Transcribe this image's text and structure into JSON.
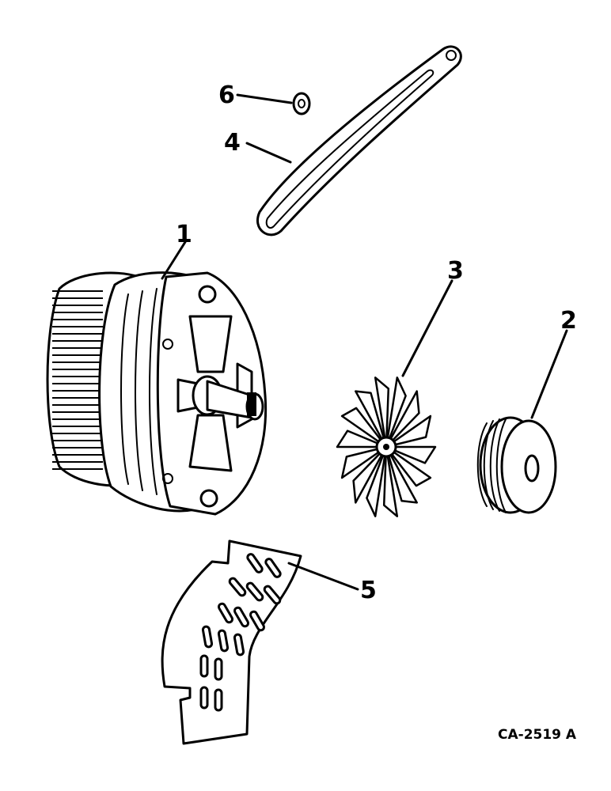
{
  "callouts": {
    "c1": "1",
    "c2": "2",
    "c3": "3",
    "c4": "4",
    "c5": "5",
    "c6": "6"
  },
  "drawing_code": "CA-2519 A"
}
